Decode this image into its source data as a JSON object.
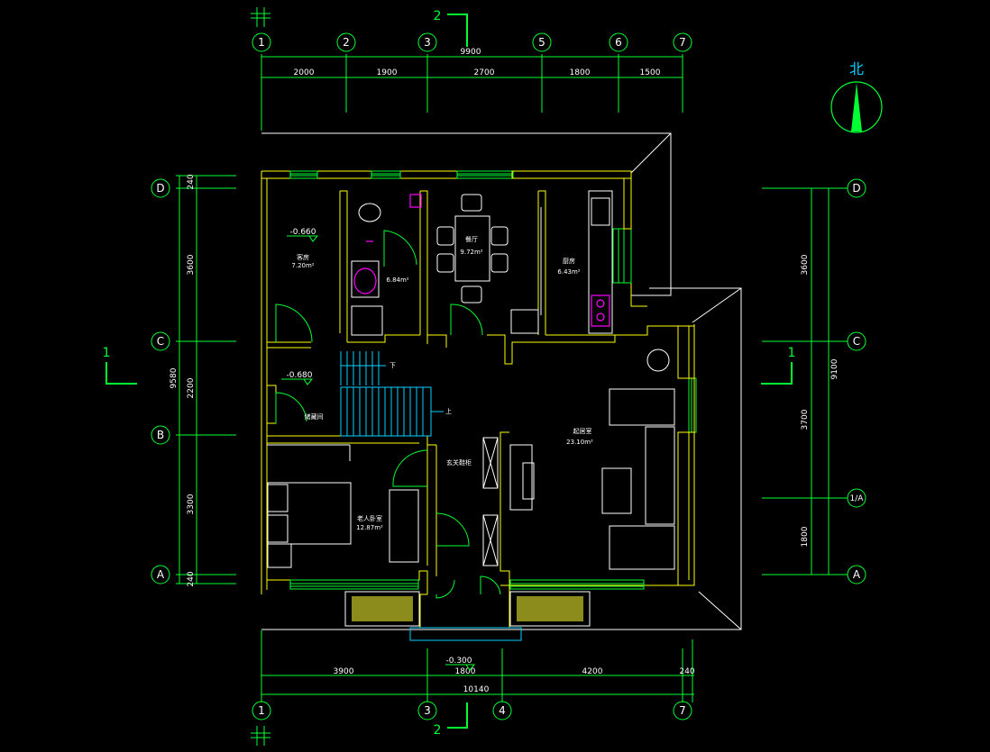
{
  "plan": {
    "axes_top": [
      "1",
      "2",
      "3",
      "5",
      "6",
      "7"
    ],
    "axes_bottom": [
      "1",
      "3",
      "4",
      "7"
    ],
    "axes_left": [
      "D",
      "C",
      "B",
      "A"
    ],
    "axes_right": [
      "D",
      "C",
      "1/A",
      "A"
    ],
    "dim_top_total": "9900",
    "dims_top": [
      "2000",
      "1900",
      "2700",
      "1800",
      "1500"
    ],
    "dims_bottom": [
      "3900",
      "1800",
      "4200",
      "240"
    ],
    "dim_bottom_total": "10140",
    "dim_left_total": "9580",
    "dims_left": [
      "240",
      "3600",
      "2200",
      "3300",
      "240"
    ],
    "dim_right_total": "9100",
    "dims_right": [
      "3600",
      "3700",
      "1800"
    ],
    "north_label": "北",
    "section_top": "2",
    "section_bottom": "2",
    "section_left": "1",
    "section_right": "1",
    "rooms": {
      "guest": {
        "name": "客房",
        "area": "7.20m²"
      },
      "bath": {
        "area": "6.84m²"
      },
      "dining": {
        "name": "餐厅",
        "area": "9.72m²"
      },
      "kitchen": {
        "name": "厨房",
        "area": "6.43m²"
      },
      "storage": {
        "name": "储藏间"
      },
      "living": {
        "name": "起居室",
        "area": "23.10m²"
      },
      "elder": {
        "name": "老人卧室",
        "area": "12.87m²"
      },
      "shoe": {
        "name": "玄关鞋柜"
      }
    },
    "levels": {
      "guest": "-0.660",
      "storage": "-0.680",
      "entry": "-0.300"
    },
    "stair_down": "下",
    "stair_up": "上"
  }
}
